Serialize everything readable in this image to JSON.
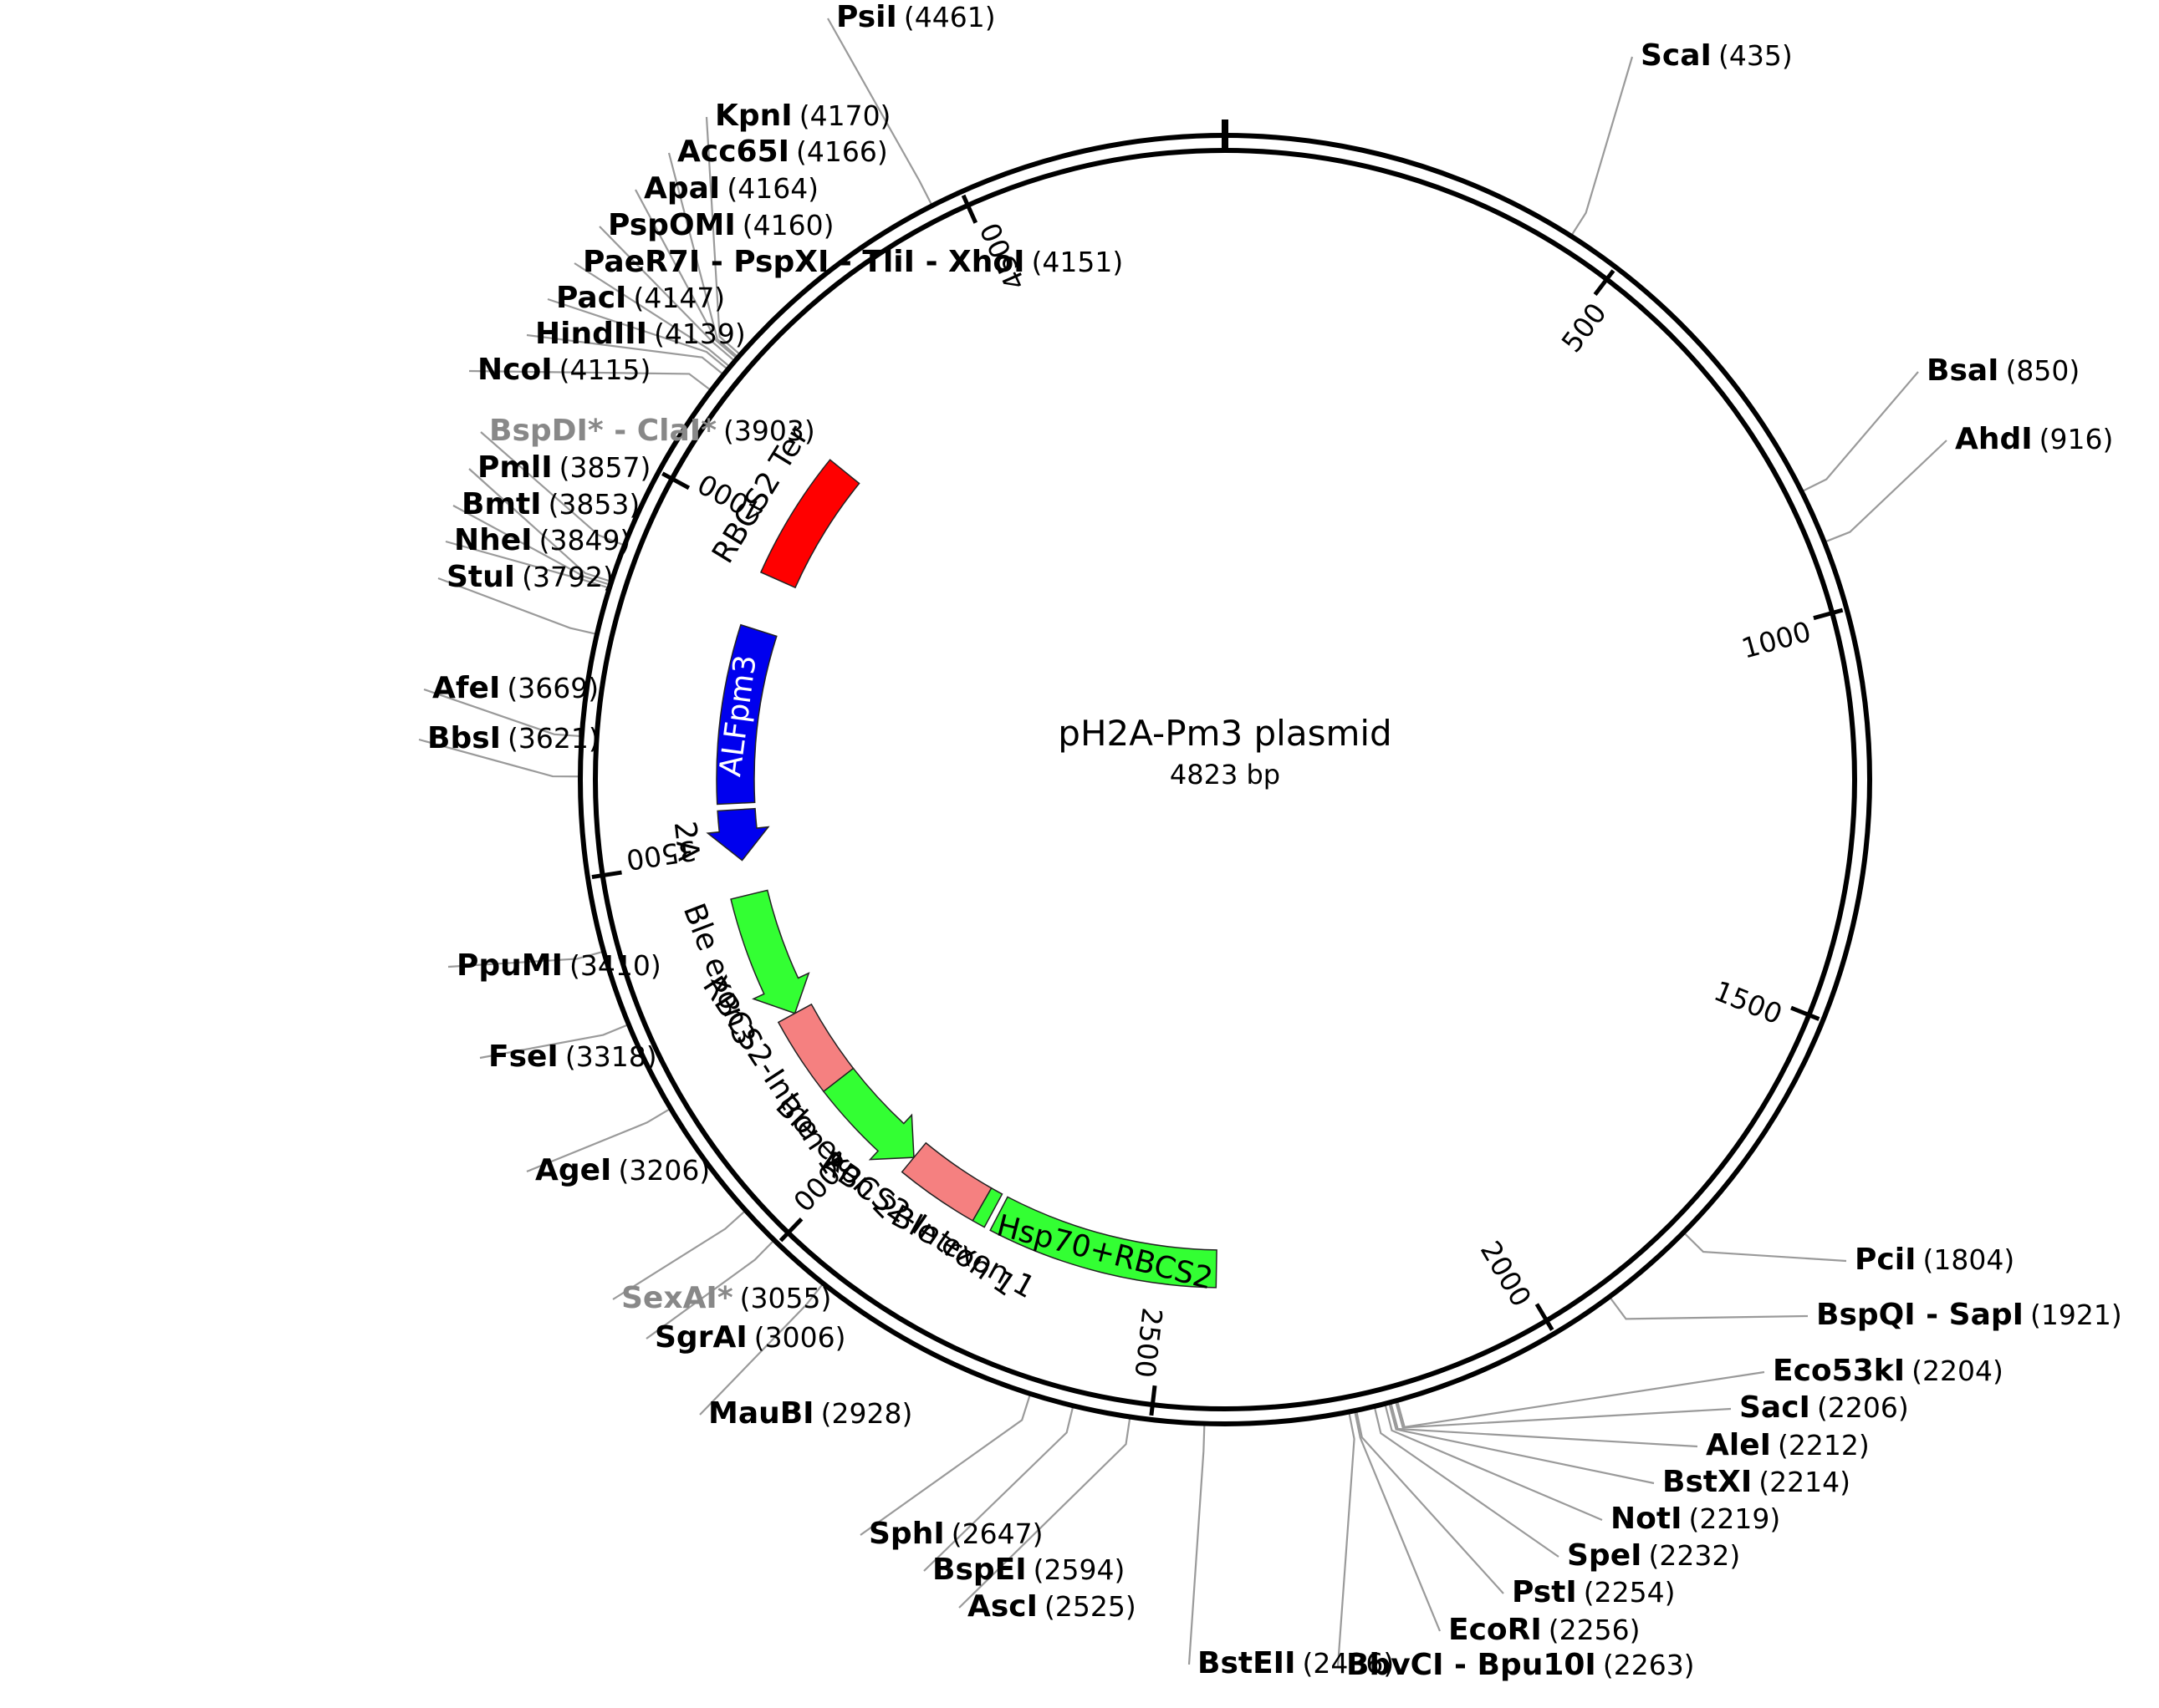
{
  "title": "pH2A-Pm3 plasmid",
  "subtitle": "4823 bp",
  "total_length": 4823,
  "tick_labels": [
    "500",
    "1000",
    "1500",
    "2000",
    "2500",
    "3000",
    "3500",
    "4000",
    "4500"
  ],
  "colors": {
    "backbone": "#000000",
    "leader_line": "#9a9a9a",
    "promoter": "#33ff33",
    "terminator": "#ff0000",
    "blue_feature": "#0000ee",
    "intron": "#f58080",
    "gray_site_label": "#888888"
  },
  "features": [
    {
      "label": "RBCS2 Ter",
      "start": 3940,
      "end": 4140,
      "color": "#ff0000",
      "direction": "none"
    },
    {
      "label": "ALFpm3",
      "start": 3580,
      "end": 3855,
      "color": "#0000ee",
      "direction": "none"
    },
    {
      "label": "2A",
      "start": 3490,
      "end": 3570,
      "color": "#0000ee",
      "direction": "ccw"
    },
    {
      "label": "Ble exon3",
      "start": 3235,
      "end": 3435,
      "color": "#33ff33",
      "direction": "ccw"
    },
    {
      "label": "RBCS2-Intron 1",
      "start": 3110,
      "end": 3235,
      "color": "#f58080",
      "direction": "none"
    },
    {
      "label": "Ble exon 2",
      "start": 2940,
      "end": 3110,
      "color": "#33ff33",
      "direction": "ccw"
    },
    {
      "label": "RBCS2-Intron 1",
      "start": 2810,
      "end": 2940,
      "color": "#f58080",
      "direction": "none"
    },
    {
      "label": "Ble exon 1",
      "start": 2790,
      "end": 2810,
      "color": "#33ff33",
      "direction": "none"
    },
    {
      "label": "Hsp70+RBCS2",
      "start": 2425,
      "end": 2780,
      "color": "#33ff33",
      "direction": "none"
    }
  ],
  "sites": [
    {
      "pos": "(4461)",
      "name": "PsiI",
      "bp": 4461
    },
    {
      "pos": "(4170)",
      "name": "KpnI",
      "bp": 4170
    },
    {
      "pos": "(4166)",
      "name": "Acc65I",
      "bp": 4166
    },
    {
      "pos": "(4164)",
      "name": "ApaI",
      "bp": 4164
    },
    {
      "pos": "(4160)",
      "name": "PspOMI",
      "bp": 4160
    },
    {
      "pos": "(4151)",
      "name": "PaeR7I - PspXI - TliI - XhoI",
      "bp": 4151
    },
    {
      "pos": "(4147)",
      "name": "PacI",
      "bp": 4147
    },
    {
      "pos": "(4139)",
      "name": "HindIII",
      "bp": 4139
    },
    {
      "pos": "(4115)",
      "name": "NcoI",
      "bp": 4115
    },
    {
      "pos": "(3903)",
      "name": "BspDI* - ClaI*",
      "bp": 3903,
      "muted": true
    },
    {
      "pos": "(3857)",
      "name": "PmlI",
      "bp": 3857
    },
    {
      "pos": "(3853)",
      "name": "BmtI",
      "bp": 3853
    },
    {
      "pos": "(3849)",
      "name": "NheI",
      "bp": 3849
    },
    {
      "pos": "(3792)",
      "name": "StuI",
      "bp": 3792
    },
    {
      "pos": "(3669)",
      "name": "AfeI",
      "bp": 3669
    },
    {
      "pos": "(3621)",
      "name": "BbsI",
      "bp": 3621
    },
    {
      "pos": "(3410)",
      "name": "PpuMI",
      "bp": 3410
    },
    {
      "pos": "(3318)",
      "name": "FseI",
      "bp": 3318
    },
    {
      "pos": "(3206)",
      "name": "AgeI",
      "bp": 3206
    },
    {
      "pos": "(3055)",
      "name": "SexAI*",
      "bp": 3055,
      "muted": true
    },
    {
      "pos": "(3006)",
      "name": "SgrAI",
      "bp": 3006
    },
    {
      "pos": "(2928)",
      "name": "MauBI",
      "bp": 2928
    },
    {
      "pos": "(2647)",
      "name": "SphI",
      "bp": 2647
    },
    {
      "pos": "(2594)",
      "name": "BspEI",
      "bp": 2594
    },
    {
      "pos": "(2525)",
      "name": "AscI",
      "bp": 2525
    },
    {
      "pos": "(2436)",
      "name": "BstEII",
      "bp": 2436
    },
    {
      "pos": "(435)",
      "name": "ScaI",
      "bp": 435
    },
    {
      "pos": "(850)",
      "name": "BsaI",
      "bp": 850
    },
    {
      "pos": "(916)",
      "name": "AhdI",
      "bp": 916
    },
    {
      "pos": "(1804)",
      "name": "PciI",
      "bp": 1804
    },
    {
      "pos": "(1921)",
      "name": "BspQI - SapI",
      "bp": 1921
    },
    {
      "pos": "(2204)",
      "name": "Eco53kI",
      "bp": 2204
    },
    {
      "pos": "(2206)",
      "name": "SacI",
      "bp": 2206
    },
    {
      "pos": "(2212)",
      "name": "AleI",
      "bp": 2212
    },
    {
      "pos": "(2214)",
      "name": "BstXI",
      "bp": 2214
    },
    {
      "pos": "(2219)",
      "name": "NotI",
      "bp": 2219
    },
    {
      "pos": "(2232)",
      "name": "SpeI",
      "bp": 2232
    },
    {
      "pos": "(2254)",
      "name": "PstI",
      "bp": 2254
    },
    {
      "pos": "(2256)",
      "name": "EcoRI",
      "bp": 2256
    },
    {
      "pos": "(2263)",
      "name": "BbvCI - Bpu10I",
      "bp": 2263
    }
  ]
}
